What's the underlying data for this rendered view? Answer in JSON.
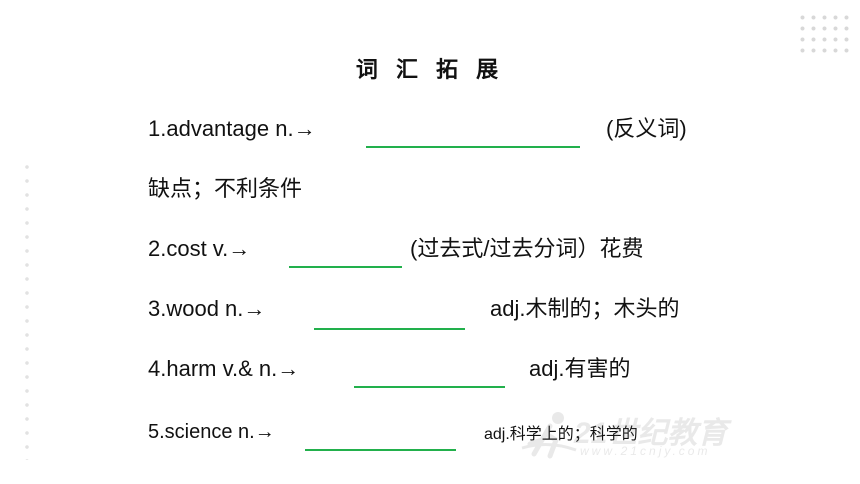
{
  "title": "词 汇 拓 展",
  "items": [
    {
      "prefix": "1.advantage n.→",
      "suffix": "(反义词)"
    },
    {
      "continuation": "缺点；不利条件"
    },
    {
      "prefix": "2.cost v.→",
      "suffix": "(过去式/过去分词）花费"
    },
    {
      "prefix": "3.wood n.→",
      "suffix": "adj.木制的；木头的"
    },
    {
      "prefix": "4.harm v.& n.→",
      "suffix": "adj.有害的"
    },
    {
      "prefix": "5.science n.→",
      "suffix": "adj.科学上的；科学的"
    }
  ],
  "watermark": {
    "brand": "21世纪教育",
    "url": "www.21cnjy.com"
  },
  "colors": {
    "blank_underline": "#22b04c",
    "text": "#111111",
    "dots": "#d8d8d8"
  }
}
